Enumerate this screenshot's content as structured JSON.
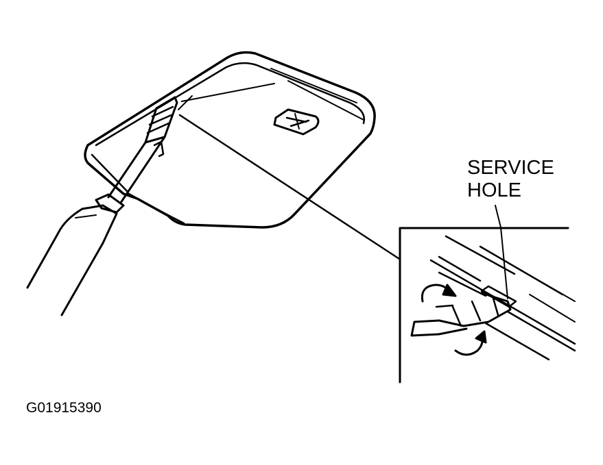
{
  "callout": {
    "line1": "SERVICE",
    "line2": "HOLE"
  },
  "figure_id": "G01915390",
  "colors": {
    "ink": "#000000",
    "paper": "#ffffff"
  }
}
